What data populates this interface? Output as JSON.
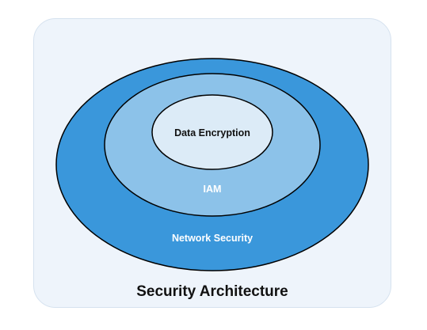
{
  "diagram": {
    "title": "Security Architecture",
    "layers": [
      {
        "label": "Network Security",
        "fill": "#3a97db",
        "text_color": "#ffffff"
      },
      {
        "label": "IAM",
        "fill": "#8cc2e9",
        "text_color": "#ffffff"
      },
      {
        "label": "Data Encryption",
        "fill": "#dcebf7",
        "text_color": "#111111"
      }
    ],
    "colors": {
      "panel_background": "#eef4fb",
      "outline": "#000000"
    }
  }
}
